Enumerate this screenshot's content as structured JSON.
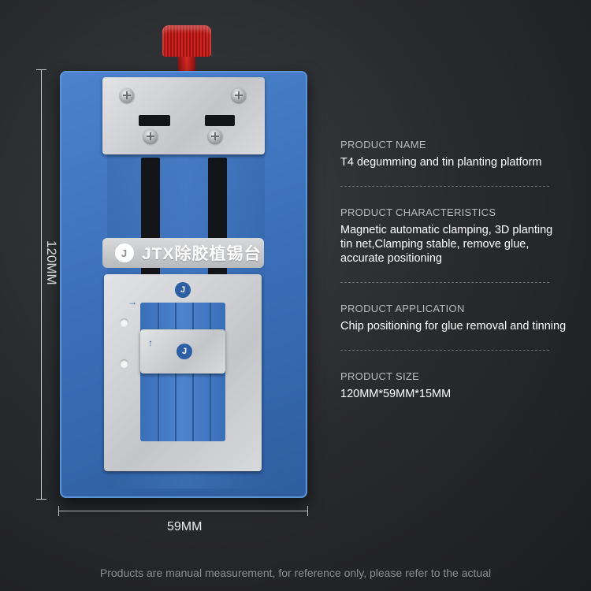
{
  "dimensions": {
    "height_label": "120MM",
    "width_label": "59MM"
  },
  "product_badge": {
    "logo_glyph": "J",
    "text": "JTX除胶植锡台"
  },
  "specs": [
    {
      "heading": "PRODUCT NAME",
      "body": "T4 degumming and tin planting platform"
    },
    {
      "heading": "PRODUCT CHARACTERISTICS",
      "body": "Magnetic automatic clamping, 3D planting tin net,Clamping stable, remove glue, accurate positioning"
    },
    {
      "heading": "PRODUCT APPLICATION",
      "body": "Chip positioning for glue removal and tinning"
    },
    {
      "heading": "PRODUCT SIZE",
      "body": "120MM*59MM*15MM"
    }
  ],
  "footnote": "Products are manual measurement, for reference only, please refer to the actual",
  "colors": {
    "background": "#2a2b2e",
    "base_blue": "#3a6fb8",
    "knob_red": "#d0221e",
    "plate_silver": "#c3c5c8"
  }
}
